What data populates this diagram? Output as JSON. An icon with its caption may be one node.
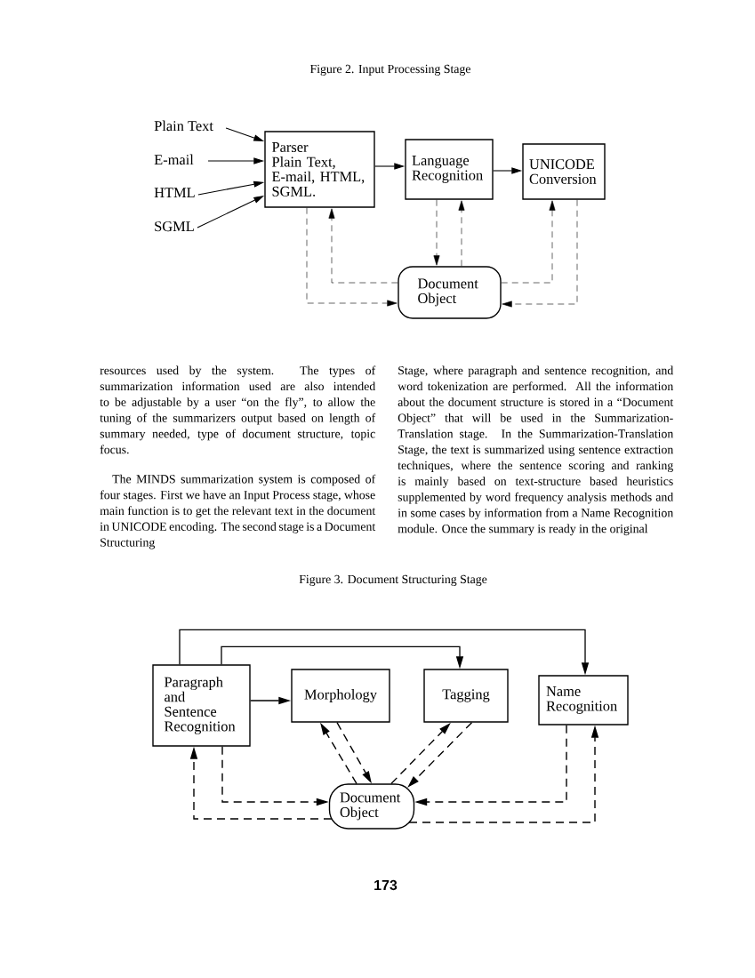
{
  "diagram": {
    "title": "Figure 2. Input Processing Stage",
    "nodes": [
      {
        "text": [
          "Plain Text"
        ]
      },
      {
        "text": [
          "E-mail"
        ]
      },
      {
        "text": [
          "HTML"
        ]
      },
      {
        "text": [
          "SGML"
        ]
      },
      {
        "text": [
          "Parser",
          "Plain Text, E-mail, HTML, SGML."
        ]
      },
      {
        "text": [
          "Language Recognition"
        ]
      },
      {
        "text": [
          "UNICODE Conversion"
        ]
      },
      {
        "text": [
          "Document Object"
        ]
      },
      {
        "text": [
          "Paragraph and Sentence Recognition"
        ]
      },
      {
        "text": [
          "Morphology"
        ]
      },
      {
        "text": [
          "Tagging"
        ]
      },
      {
        "text": [
          "Name Recognition"
        ]
      },
      {
        "text": [
          "Document Object"
        ]
      }
    ],
    "edges": [
      {
        "from": 0,
        "to": 4,
        "arrow": "to"
      },
      {
        "from": 1,
        "to": 4,
        "arrow": "to"
      },
      {
        "from": 2,
        "to": 4,
        "arrow": "to"
      },
      {
        "from": 3,
        "to": 4,
        "arrow": "to"
      },
      {
        "from": 4,
        "to": 5,
        "arrow": "to"
      },
      {
        "from": 5,
        "to": 6,
        "arrow": "to"
      },
      {
        "from": 4,
        "to": 7,
        "arrow": "to",
        "style": "dashed"
      },
      {
        "from": 7,
        "to": 4,
        "arrow": "to",
        "style": "dashed"
      },
      {
        "from": 5,
        "to": 7,
        "arrow": "to",
        "style": "dashed"
      },
      {
        "from": 7,
        "to": 5,
        "arrow": "to",
        "style": "dashed"
      },
      {
        "from": 7,
        "to": 6,
        "arrow": "to",
        "style": "dashed"
      },
      {
        "from": 6,
        "to": 7,
        "arrow": "to",
        "style": "dashed"
      },
      {
        "from": 8,
        "to": 9,
        "arrow": "to"
      },
      {
        "from": 8,
        "to": 10,
        "arrow": "to"
      },
      {
        "from": 8,
        "to": 11,
        "arrow": "to"
      },
      {
        "from": 8,
        "to": 12,
        "arrow": "to",
        "style": "dashed"
      },
      {
        "from": 12,
        "to": 8,
        "arrow": "to",
        "style": "dashed"
      },
      {
        "from": 9,
        "to": 12,
        "arrow": "to",
        "style": "dashed"
      },
      {
        "from": 12,
        "to": 9,
        "arrow": "to",
        "style": "dashed"
      },
      {
        "from": 12,
        "to": 10,
        "arrow": "to",
        "style": "dashed"
      },
      {
        "from": 10,
        "to": 12,
        "arrow": "to",
        "style": "dashed"
      },
      {
        "from": 11,
        "to": 12,
        "arrow": "to",
        "style": "dashed"
      },
      {
        "from": 12,
        "to": 11,
        "arrow": "to",
        "style": "dashed"
      }
    ],
    "labels": [
      "resources used by the system. The types of summarization information used are also intended to be adjustable by a user “on the fly”, to allow the tuning of the summarizers output based on length of summary needed, type of document structure, topic focus.",
      "The MINDS summarization system is composed of four stages. First we have an Input Process stage, whose main function is to get the relevant text in the document in UNICODE encoding. The second stage is a Document Structuring",
      "Stage, where paragraph and sentence recognition, and word tokenization are performed. All the information about the document structure is stored in a “Document Object” that will be used in the Summarization-Translation stage. In the Summarization-Translation Stage, the text is summarized using sentence extraction techniques, where the sentence scoring and ranking is mainly based on text-structure based heuristics supplemented by word frequency analysis methods and in some cases by information from a Name Recognition module. Once the summary is ready in the original",
      "Figure 3. Document Structuring Stage",
      "173"
    ]
  }
}
